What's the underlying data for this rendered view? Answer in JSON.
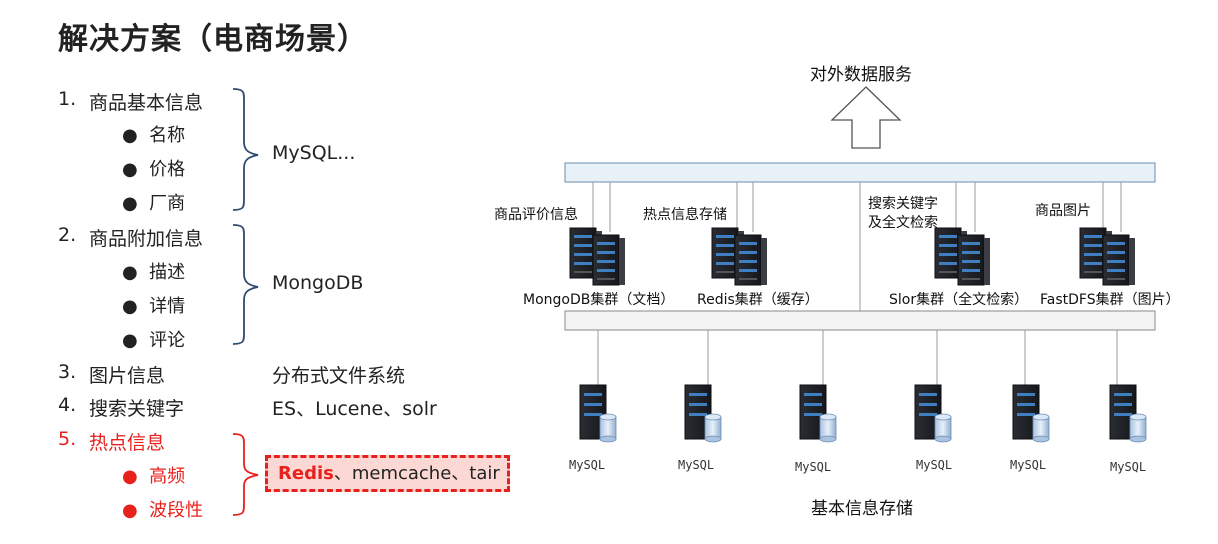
{
  "title": "解决方案（电商场景）",
  "list": [
    {
      "num": "1.",
      "label": "商品基本信息",
      "bullets": [
        "名称",
        "价格",
        "厂商"
      ],
      "tech": "MySQL..."
    },
    {
      "num": "2.",
      "label": "商品附加信息",
      "bullets": [
        "描述",
        "详情",
        "评论"
      ],
      "tech": "MongoDB"
    },
    {
      "num": "3.",
      "label": "图片信息",
      "tech": "分布式文件系统"
    },
    {
      "num": "4.",
      "label": "搜索关键字",
      "tech": "ES、Lucene、solr"
    },
    {
      "num": "5.",
      "label": "热点信息",
      "bullets": [
        "高频",
        "波段性"
      ],
      "tech_bold": "Redis",
      "tech_rest": "、memcache、tair"
    }
  ],
  "diagram": {
    "top_label": "对外数据服务",
    "bottom_label": "基本信息存储",
    "clusters": [
      {
        "caption": "商品评价信息",
        "name": "MongoDB集群（文档）"
      },
      {
        "caption": "热点信息存储",
        "name": "Redis集群（缓存）"
      },
      {
        "caption_line1": "搜索关键字",
        "caption_line2": "及全文检索",
        "name": "Slor集群（全文检索）"
      },
      {
        "caption": "商品图片",
        "name": "FastDFS集群（图片）"
      }
    ],
    "mysql_nodes": [
      "MySQL",
      "MySQL",
      "MySQL",
      "MySQL",
      "MySQL",
      "MySQL"
    ]
  },
  "colors": {
    "accent_red": "#e8211d",
    "brace_blue": "#2f4b6e",
    "highlight_fill": "#fcd8d4"
  }
}
